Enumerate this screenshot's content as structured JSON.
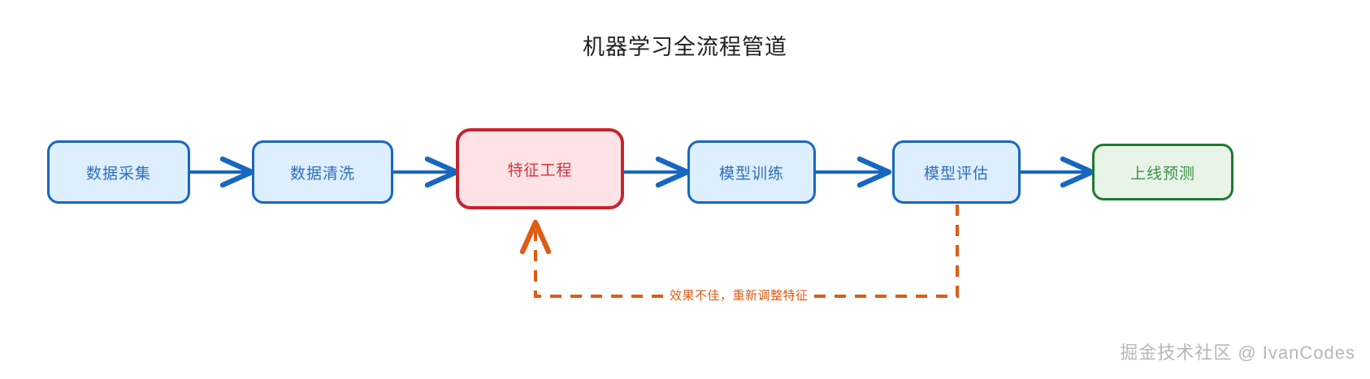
{
  "title": "机器学习全流程管道",
  "colors": {
    "node_blue_fill": "#ddeeff",
    "node_blue_border": "#1767c0",
    "node_blue_text": "#2f6fbc",
    "node_red_fill": "#fde3e5",
    "node_red_border": "#c62430",
    "node_red_text": "#cf3540",
    "node_green_fill": "#e8f4e8",
    "node_green_border": "#1f7a32",
    "node_green_text": "#3a8f45",
    "arrow_blue": "#1767c0",
    "feedback_orange": "#e05b14",
    "watermark_gray": "#b7b7b7",
    "background": "#ffffff"
  },
  "nodes": [
    {
      "id": "collect",
      "label": "数据采集",
      "style": "blue"
    },
    {
      "id": "clean",
      "label": "数据清洗",
      "style": "blue"
    },
    {
      "id": "feature",
      "label": "特征工程",
      "style": "red"
    },
    {
      "id": "train",
      "label": "模型训练",
      "style": "blue"
    },
    {
      "id": "evaluate",
      "label": "模型评估",
      "style": "blue"
    },
    {
      "id": "deploy",
      "label": "上线预测",
      "style": "green"
    }
  ],
  "edges": [
    {
      "from": "collect",
      "to": "clean",
      "kind": "solid",
      "label": ""
    },
    {
      "from": "clean",
      "to": "feature",
      "kind": "solid",
      "label": ""
    },
    {
      "from": "feature",
      "to": "train",
      "kind": "solid",
      "label": ""
    },
    {
      "from": "train",
      "to": "evaluate",
      "kind": "solid",
      "label": ""
    },
    {
      "from": "evaluate",
      "to": "deploy",
      "kind": "solid",
      "label": ""
    },
    {
      "from": "evaluate",
      "to": "feature",
      "kind": "dashed",
      "label": "效果不佳，重新调整特征"
    }
  ],
  "feedback_label": "效果不佳，重新调整特征",
  "watermark": "掘金技术社区 @ IvanCodes"
}
